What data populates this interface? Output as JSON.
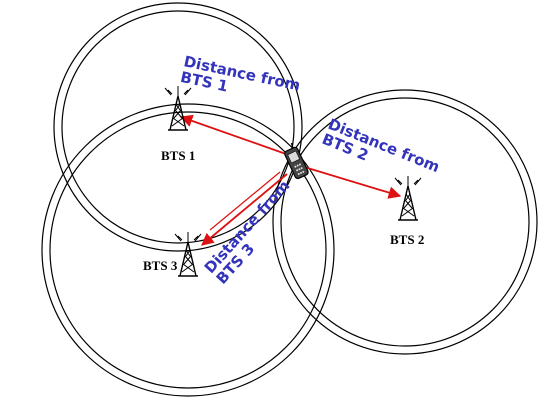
{
  "stations": [
    {
      "label": "BTS 1"
    },
    {
      "label": "BTS 2"
    },
    {
      "label": "BTS 3"
    }
  ],
  "distance_labels": [
    {
      "line1": "Distance from",
      "line2": "BTS 1"
    },
    {
      "line1": "Distance from",
      "line2": "BTS 2"
    },
    {
      "line1": "Distance from",
      "line2": "BTS 3"
    }
  ],
  "colors": {
    "arrow": "#dd1111",
    "distance_text": "#3333bb",
    "circle": "#000000"
  },
  "icons": {
    "tower": "antenna-tower-icon",
    "phone": "mobile-phone-icon"
  }
}
